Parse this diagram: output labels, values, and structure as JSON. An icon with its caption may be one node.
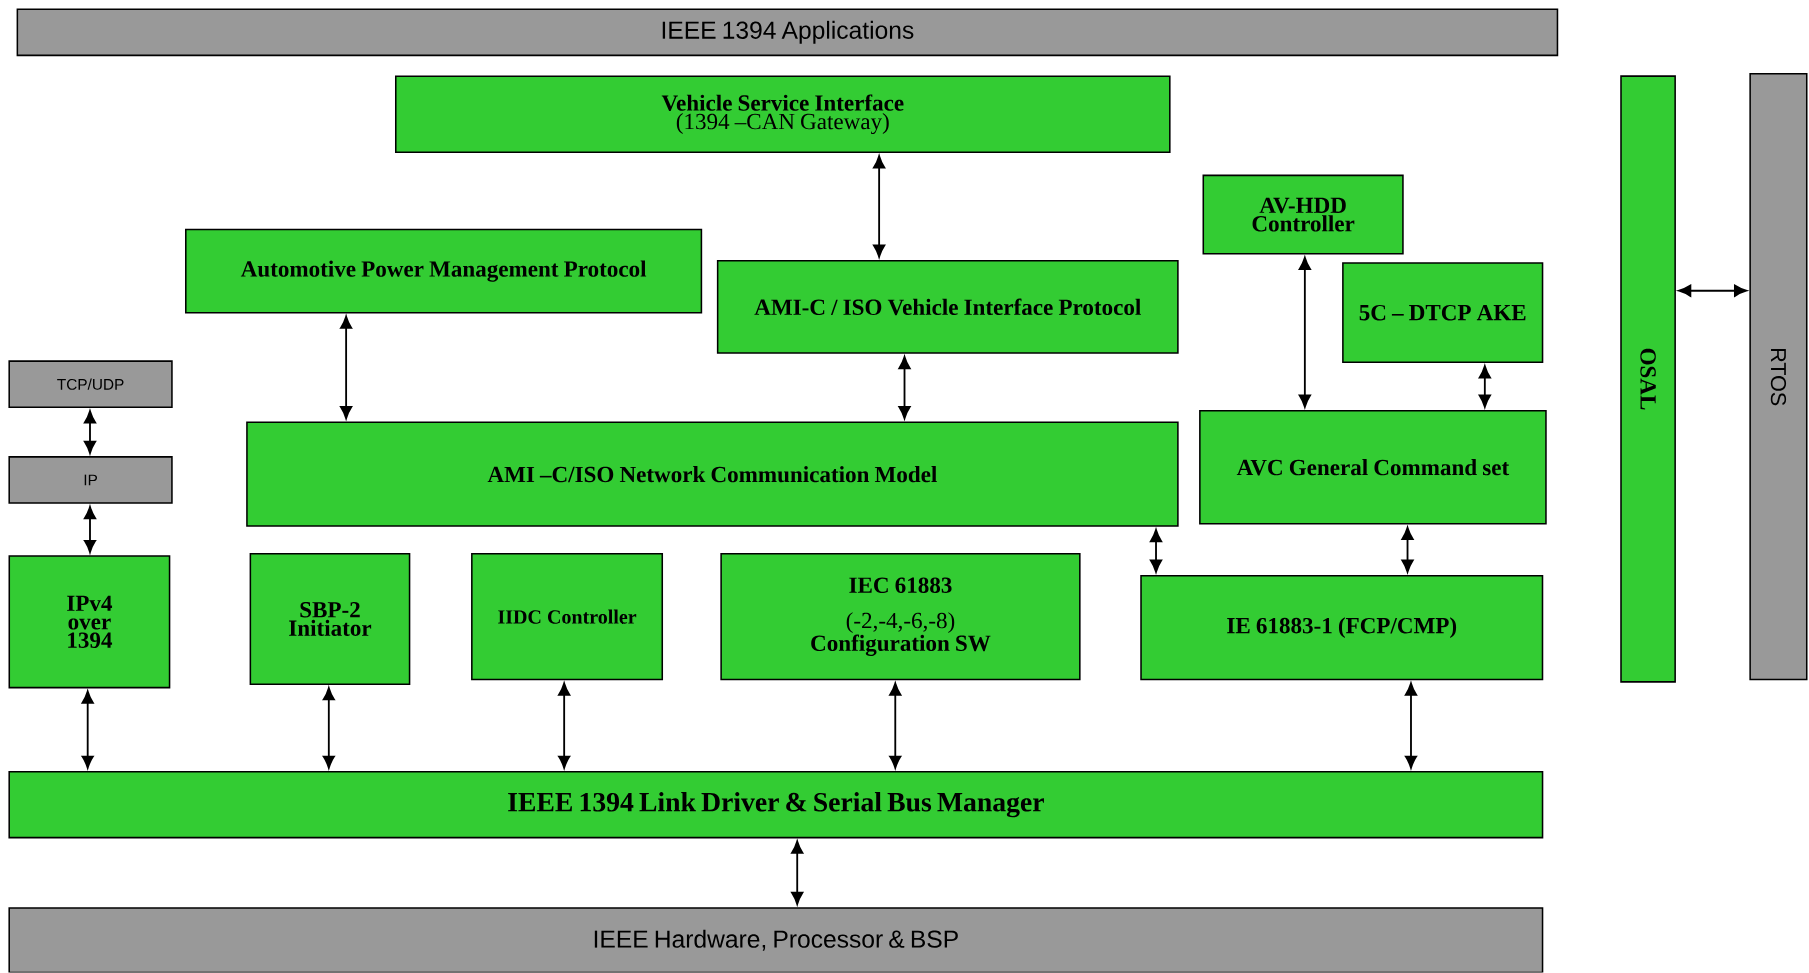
{
  "diagram": {
    "nodes": [
      {
        "text": [
          "IEEE 1394 Applications"
        ]
      },
      {
        "text": [
          "Vehicle Service Interface",
          "(1394 –CAN Gateway)"
        ]
      },
      {
        "text": [
          "Automotive Power Management Protocol"
        ]
      },
      {
        "text": [
          "AMI-C / ISO Vehicle Interface Protocol"
        ]
      },
      {
        "text": [
          "AV-HDD Controller"
        ]
      },
      {
        "text": [
          "5C – DTCP AKE"
        ]
      },
      {
        "text": [
          "OSAL"
        ]
      },
      {
        "text": [
          "RTOS"
        ]
      },
      {
        "text": [
          "TCP/UDP"
        ]
      },
      {
        "text": [
          "IP"
        ]
      },
      {
        "text": [
          "AMI –C/ISO Network Communication Model"
        ]
      },
      {
        "text": [
          "AVC General Command set"
        ]
      },
      {
        "text": [
          "IPv4 over 1394"
        ]
      },
      {
        "text": [
          "SBP-2 Initiator"
        ]
      },
      {
        "text": [
          "IIDC Controller"
        ]
      },
      {
        "text": [
          "IEC 61883",
          "(-2,-4,-6,-8)",
          "Configuration SW"
        ]
      },
      {
        "text": [
          "IE 61883-1 (FCP/CMP)"
        ]
      },
      {
        "text": [
          "IEEE 1394 Link Driver & Serial Bus Manager"
        ]
      },
      {
        "text": [
          "IEEE Hardware, Processor & BSP"
        ]
      }
    ],
    "edges": [
      {
        "from": 1,
        "to": 3,
        "arrow": "both"
      },
      {
        "from": 2,
        "to": 10,
        "arrow": "both"
      },
      {
        "from": 3,
        "to": 10,
        "arrow": "both"
      },
      {
        "from": 4,
        "to": 11,
        "arrow": "both"
      },
      {
        "from": 5,
        "to": 11,
        "arrow": "both"
      },
      {
        "from": 6,
        "to": 7,
        "arrow": "both"
      },
      {
        "from": 8,
        "to": 9,
        "arrow": "both"
      },
      {
        "from": 9,
        "to": 12,
        "arrow": "both"
      },
      {
        "from": 10,
        "to": 16,
        "arrow": "both"
      },
      {
        "from": 11,
        "to": 16,
        "arrow": "both"
      },
      {
        "from": 12,
        "to": 17,
        "arrow": "both"
      },
      {
        "from": 13,
        "to": 17,
        "arrow": "both"
      },
      {
        "from": 14,
        "to": 17,
        "arrow": "both"
      },
      {
        "from": 15,
        "to": 17,
        "arrow": "both"
      },
      {
        "from": 16,
        "to": 17,
        "arrow": "both"
      },
      {
        "from": 17,
        "to": 18,
        "arrow": "both"
      }
    ]
  }
}
